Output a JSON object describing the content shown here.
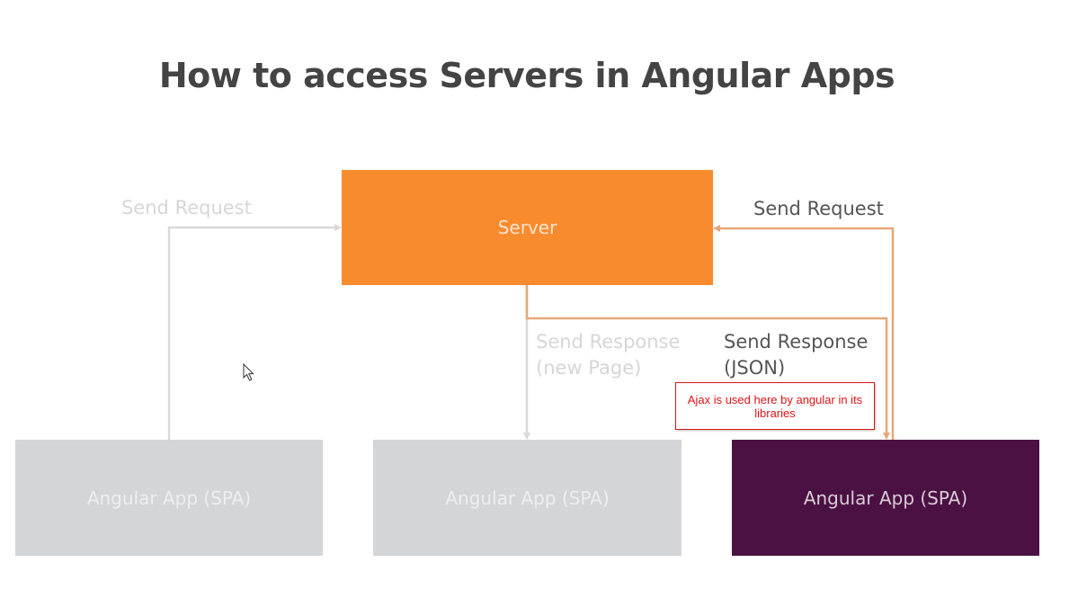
{
  "title": "How to access Servers in Angular Apps",
  "server": {
    "label": "Server",
    "color": "#f98b2f"
  },
  "apps": [
    {
      "label": "Angular App (SPA)",
      "state": "faded"
    },
    {
      "label": "Angular App (SPA)",
      "state": "faded"
    },
    {
      "label": "Angular App (SPA)",
      "state": "active",
      "color": "#4b1143"
    }
  ],
  "labels": {
    "send_request_left": "Send Request",
    "send_request_right": "Send Request",
    "send_response_page_line1": "Send Response",
    "send_response_page_line2": "(new Page)",
    "send_response_json_line1": "Send Response",
    "send_response_json_line2": "(JSON)"
  },
  "note": {
    "line1": "Ajax is used here by angular in its",
    "line2": "libraries"
  },
  "colors": {
    "faded_arrow": "#d9d9d9",
    "active_arrow": "#e4a878",
    "note_border": "#e01414"
  },
  "icons": {
    "cursor": "mouse-pointer-icon"
  }
}
